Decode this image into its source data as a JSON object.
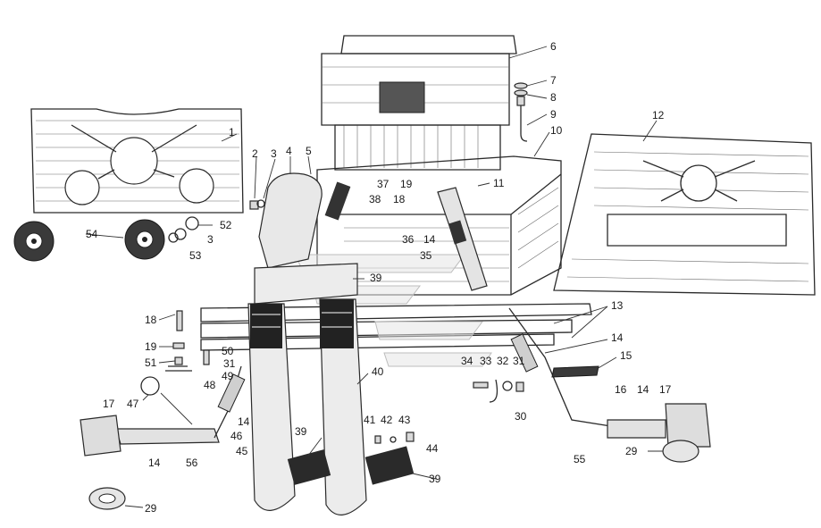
{
  "callouts": [
    {
      "id": "c1",
      "text": "1"
    },
    {
      "id": "c2",
      "text": "2"
    },
    {
      "id": "c3a",
      "text": "3"
    },
    {
      "id": "c3b",
      "text": "3"
    },
    {
      "id": "c4",
      "text": "4"
    },
    {
      "id": "c5",
      "text": "5"
    },
    {
      "id": "c6",
      "text": "6"
    },
    {
      "id": "c7",
      "text": "7"
    },
    {
      "id": "c8",
      "text": "8"
    },
    {
      "id": "c9",
      "text": "9"
    },
    {
      "id": "c10",
      "text": "10"
    },
    {
      "id": "c11",
      "text": "11"
    },
    {
      "id": "c12",
      "text": "12"
    },
    {
      "id": "c13",
      "text": "13"
    },
    {
      "id": "c14a",
      "text": "14"
    },
    {
      "id": "c14b",
      "text": "14"
    },
    {
      "id": "c14c",
      "text": "14"
    },
    {
      "id": "c14d",
      "text": "14"
    },
    {
      "id": "c14e",
      "text": "14"
    },
    {
      "id": "c15",
      "text": "15"
    },
    {
      "id": "c16",
      "text": "16"
    },
    {
      "id": "c17a",
      "text": "17"
    },
    {
      "id": "c17b",
      "text": "17"
    },
    {
      "id": "c18a",
      "text": "18"
    },
    {
      "id": "c18b",
      "text": "18"
    },
    {
      "id": "c19a",
      "text": "19"
    },
    {
      "id": "c19b",
      "text": "19"
    },
    {
      "id": "c29a",
      "text": "29"
    },
    {
      "id": "c29b",
      "text": "29"
    },
    {
      "id": "c30",
      "text": "30"
    },
    {
      "id": "c31a",
      "text": "31"
    },
    {
      "id": "c31b",
      "text": "31"
    },
    {
      "id": "c32",
      "text": "32"
    },
    {
      "id": "c33",
      "text": "33"
    },
    {
      "id": "c34",
      "text": "34"
    },
    {
      "id": "c35",
      "text": "35"
    },
    {
      "id": "c36",
      "text": "36"
    },
    {
      "id": "c37",
      "text": "37"
    },
    {
      "id": "c38",
      "text": "38"
    },
    {
      "id": "c39a",
      "text": "39"
    },
    {
      "id": "c39b",
      "text": "39"
    },
    {
      "id": "c39c",
      "text": "39"
    },
    {
      "id": "c40",
      "text": "40"
    },
    {
      "id": "c41",
      "text": "41"
    },
    {
      "id": "c42",
      "text": "42"
    },
    {
      "id": "c43",
      "text": "43"
    },
    {
      "id": "c44",
      "text": "44"
    },
    {
      "id": "c45",
      "text": "45"
    },
    {
      "id": "c46",
      "text": "46"
    },
    {
      "id": "c47",
      "text": "47"
    },
    {
      "id": "c48",
      "text": "48"
    },
    {
      "id": "c49",
      "text": "49"
    },
    {
      "id": "c50",
      "text": "50"
    },
    {
      "id": "c51",
      "text": "51"
    },
    {
      "id": "c52",
      "text": "52"
    },
    {
      "id": "c53",
      "text": "53"
    },
    {
      "id": "c54",
      "text": "54"
    },
    {
      "id": "c55",
      "text": "55"
    },
    {
      "id": "c56",
      "text": "56"
    }
  ]
}
